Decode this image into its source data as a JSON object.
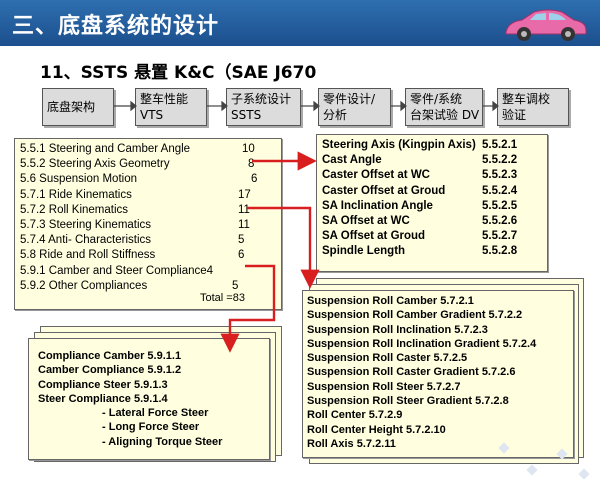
{
  "header": {
    "title": "三、底盘系统的设计"
  },
  "subtitle": "11、SSTS 悬置 K&C（SAE J670",
  "flow": [
    {
      "l1": "底盘架构",
      "l2": ""
    },
    {
      "l1": "整车性能",
      "l2": "VTS"
    },
    {
      "l1": "子系统设计",
      "l2": "SSTS"
    },
    {
      "l1": "零件设计/",
      "l2": "分析"
    },
    {
      "l1": "零件/系统",
      "l2": "台架试验 DV"
    },
    {
      "l1": "整车调校",
      "l2": "验证"
    }
  ],
  "main_list": [
    {
      "label": "5.5.1 Steering and Camber Angle",
      "value": "10"
    },
    {
      "label": "5.5.2 Steering Axis Geometry",
      "value": "8"
    },
    {
      "label": "5.6 Suspension Motion",
      "value": "6"
    },
    {
      "label": "5.7.1 Ride Kinematics",
      "value": "17"
    },
    {
      "label": "5.7.2 Roll Kinematics",
      "value": "11"
    },
    {
      "label": "5.7.3 Steering Kinematics",
      "value": "11"
    },
    {
      "label": "5.7.4 Anti- Characteristics",
      "value": "5"
    },
    {
      "label": "5.8 Ride and Roll Stiffness",
      "value": "6"
    },
    {
      "label": "5.9.1 Camber and Steer Compliance",
      "value": "4"
    },
    {
      "label": "5.9.2 Other Compliances",
      "value": "5"
    }
  ],
  "total": "Total =83",
  "steering_axis": [
    {
      "label": "Steering Axis (Kingpin Axis)",
      "value": "5.5.2.1"
    },
    {
      "label": "Cast Angle",
      "value": "5.5.2.2"
    },
    {
      "label": "Caster Offset at WC",
      "value": "5.5.2.3"
    },
    {
      "label": "Caster Offset at Groud",
      "value": "5.5.2.4"
    },
    {
      "label": "SA Inclination Angle",
      "value": "5.5.2.5"
    },
    {
      "label": "SA Offset at WC",
      "value": "5.5.2.6"
    },
    {
      "label": "SA Offset at Groud",
      "value": "5.5.2.7"
    },
    {
      "label": "Spindle Length",
      "value": "5.5.2.8"
    }
  ],
  "roll_list": [
    "Suspension Roll Camber 5.7.2.1",
    "Suspension Roll Camber Gradient 5.7.2.2",
    "Suspension Roll Inclination  5.7.2.3",
    "Suspension Roll Inclination Gradient  5.7.2.4",
    "Suspension Roll Caster 5.7.2.5",
    "Suspension Roll Caster Gradient  5.7.2.6",
    "Suspension Roll Steer 5.7.2.7",
    "Suspension Roll Steer Gradient 5.7.2.8",
    "Roll Center 5.7.2.9",
    "Roll Center Height 5.7.2.10",
    "Roll Axis 5.7.2.11"
  ],
  "compliance_list": [
    "Compliance Camber 5.9.1.1",
    "Camber  Compliance 5.9.1.2",
    "Compliance Steer 5.9.1.3",
    "Steer Compliance 5.9.1.4",
    "- Lateral Force Steer",
    "- Long Force Steer",
    "- Aligning Torque Steer"
  ],
  "colors": {
    "header": "#1c4f8d",
    "arrow": "#e02020",
    "doc": "#ffffe0",
    "flowbox": "#dcdcdc"
  }
}
